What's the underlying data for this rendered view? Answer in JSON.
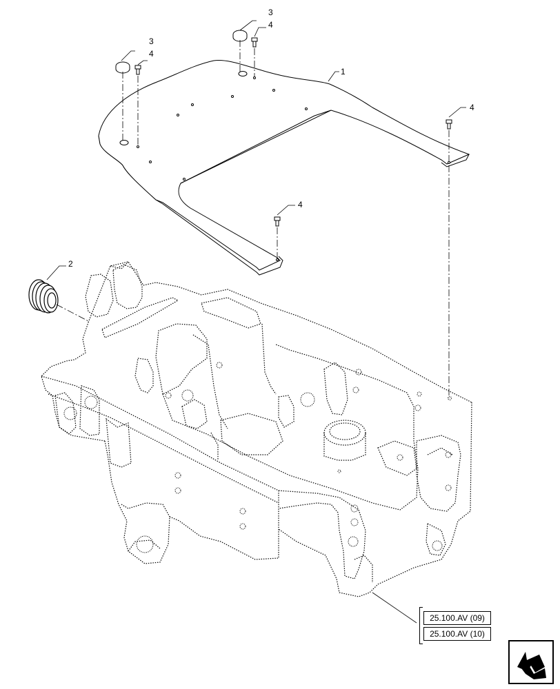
{
  "callouts": {
    "c1": "1",
    "c2": "2",
    "c3a": "3",
    "c3b": "3",
    "c4a": "4",
    "c4b": "4",
    "c4c": "4",
    "c4d": "4"
  },
  "references": [
    "25.100.AV (09)",
    "25.100.AV (10)"
  ],
  "icons": {
    "navigation": "return-arrow-icon"
  }
}
